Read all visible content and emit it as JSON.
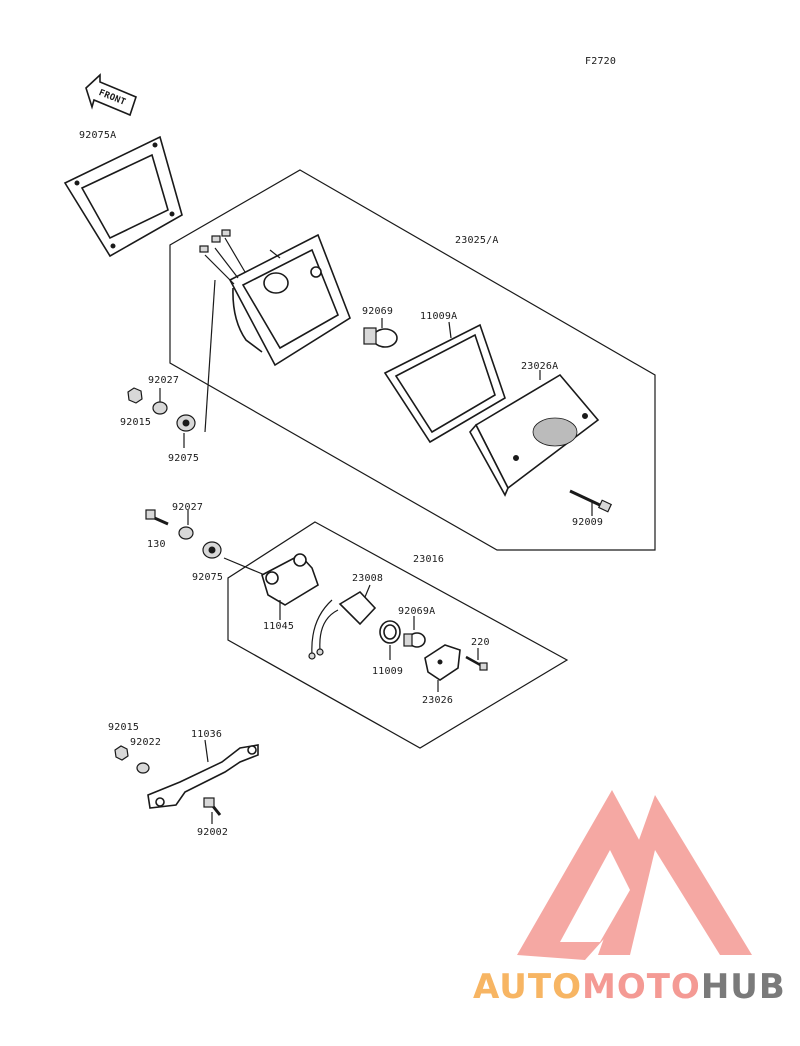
{
  "diagram": {
    "figure_code": "F2720",
    "front_arrow_label": "FRONT",
    "part_labels": {
      "p92075A": "92075A",
      "p23025A": "23025/A",
      "p92069": "92069",
      "p11009A": "11009A",
      "p23026A": "23026A",
      "p92027_top": "92027",
      "p92015_top": "92015",
      "p92075_top": "92075",
      "p92009": "92009",
      "p92027_mid": "92027",
      "p130": "130",
      "p92075_mid": "92075",
      "p23016": "23016",
      "p23008": "23008",
      "p92069A": "92069A",
      "p11045": "11045",
      "p220": "220",
      "p11009": "11009",
      "p23026": "23026",
      "p92015_bot": "92015",
      "p92022": "92022",
      "p11036": "11036",
      "p92002": "92002"
    }
  },
  "watermark": {
    "part1": "AUTO",
    "part2": "MOTO",
    "part3": "HUB",
    "colors": {
      "auto": "#f7b563",
      "moto": "#f49a94",
      "hub": "#7a7a7a",
      "logo": "#f49a94"
    }
  }
}
